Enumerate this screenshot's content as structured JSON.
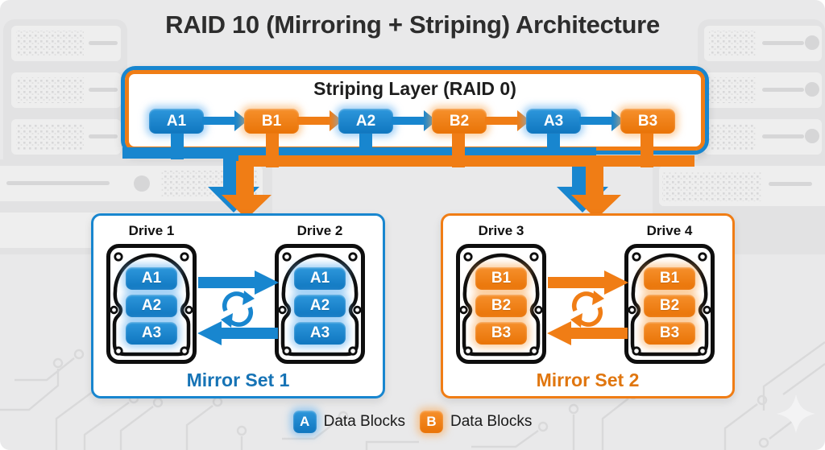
{
  "title": "RAID 10 (Mirroring + Striping) Architecture",
  "striping": {
    "title": "Striping Layer (RAID 0)",
    "blocks": [
      {
        "label": "A1",
        "color": "blue"
      },
      {
        "label": "B1",
        "color": "orange"
      },
      {
        "label": "A2",
        "color": "blue"
      },
      {
        "label": "B2",
        "color": "orange"
      },
      {
        "label": "A3",
        "color": "blue"
      },
      {
        "label": "B3",
        "color": "orange"
      }
    ]
  },
  "mirror_sets": [
    {
      "label": "Mirror Set 1",
      "color": "blue",
      "drives": [
        {
          "name": "Drive 1",
          "blocks": [
            "A1",
            "A2",
            "A3"
          ]
        },
        {
          "name": "Drive 2",
          "blocks": [
            "A1",
            "A2",
            "A3"
          ]
        }
      ]
    },
    {
      "label": "Mirror Set 2",
      "color": "orange",
      "drives": [
        {
          "name": "Drive 3",
          "blocks": [
            "B1",
            "B2",
            "B3"
          ]
        },
        {
          "name": "Drive 4",
          "blocks": [
            "B1",
            "B2",
            "B3"
          ]
        }
      ]
    }
  ],
  "legend": [
    {
      "letter": "A",
      "color": "blue",
      "label": "Data Blocks"
    },
    {
      "letter": "B",
      "color": "orange",
      "label": "Data Blocks"
    }
  ],
  "colors": {
    "blue": "#1886cf",
    "orange": "#f07d15",
    "blue_text": "#1673b5",
    "orange_text": "#e0760f",
    "background": "#e9e9ea",
    "title_text": "#2d2d2d",
    "drive_outline": "#0e0e0e"
  }
}
